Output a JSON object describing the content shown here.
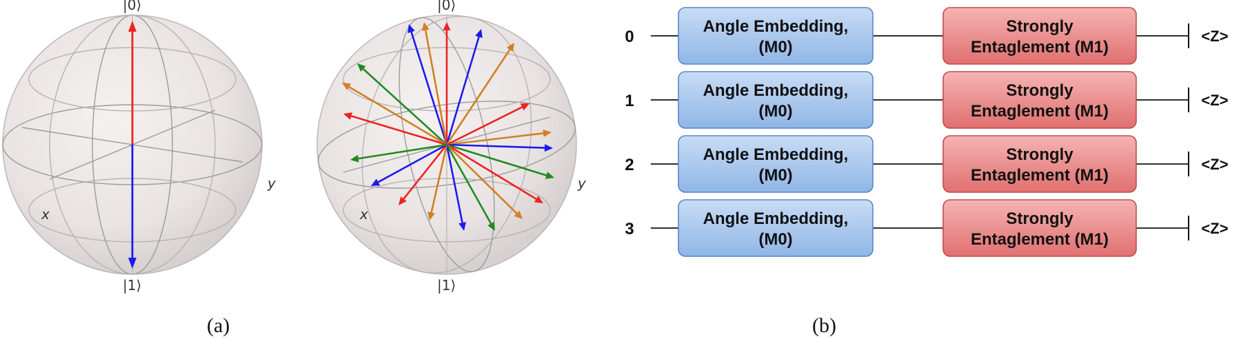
{
  "panel_a": {
    "caption": "(a)",
    "sphere1": {
      "ket_top": "|0⟩",
      "ket_bottom": "|1⟩",
      "axis_x": "x",
      "axis_y": "y"
    },
    "sphere2": {
      "ket_top": "|0⟩",
      "ket_bottom": "|1⟩",
      "axis_x": "x",
      "axis_y": "y"
    }
  },
  "panel_b": {
    "caption": "(b)",
    "qubits": [
      {
        "index": "0",
        "gate1_line1": "Angle Embedding,",
        "gate1_line2": "(M0)",
        "gate2_line1": "Strongly",
        "gate2_line2": "Entaglement (M1)",
        "measure": "<Z>"
      },
      {
        "index": "1",
        "gate1_line1": "Angle Embedding,",
        "gate1_line2": "(M0)",
        "gate2_line1": "Strongly",
        "gate2_line2": "Entaglement (M1)",
        "measure": "<Z>"
      },
      {
        "index": "2",
        "gate1_line1": "Angle Embedding,",
        "gate1_line2": "(M0)",
        "gate2_line1": "Strongly",
        "gate2_line2": "Entaglement (M1)",
        "measure": "<Z>"
      },
      {
        "index": "3",
        "gate1_line1": "Angle Embedding,",
        "gate1_line2": "(M0)",
        "gate2_line1": "Strongly",
        "gate2_line2": "Entaglement (M1)",
        "measure": "<Z>"
      }
    ]
  },
  "colors": {
    "arrow_red": "#ee2222",
    "arrow_blue": "#1a1aee",
    "arrow_green": "#208a20",
    "arrow_orange": "#d08020",
    "gate1_fill": "#a9c8ee",
    "gate1_stroke": "#5a86c8",
    "gate2_fill": "#ee8f8f",
    "gate2_stroke": "#c24a4a"
  }
}
